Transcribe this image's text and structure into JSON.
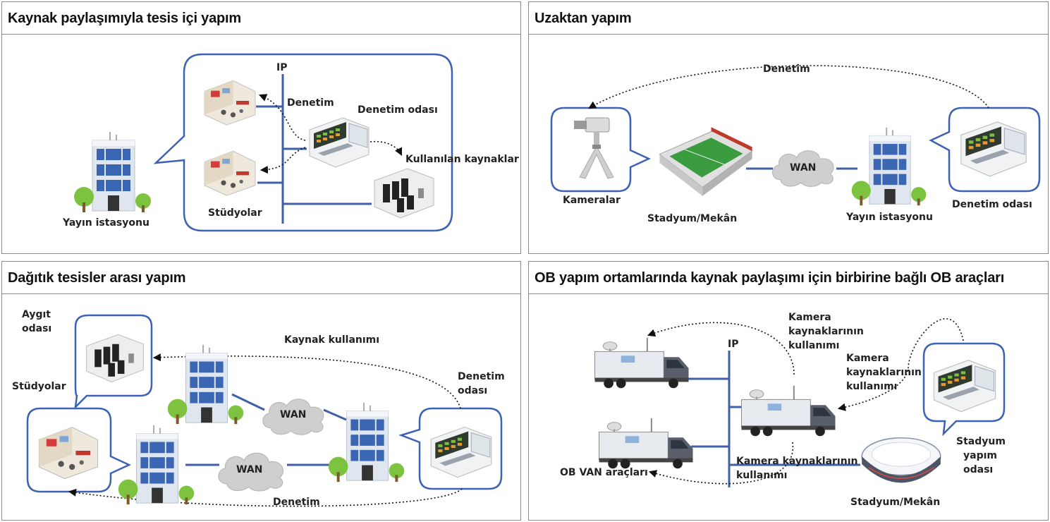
{
  "panels": {
    "p1": {
      "title": "Kaynak paylaşımıyla tesis içi yapım",
      "labels": {
        "broadcaster": "Yayın istasyonu",
        "ip": "IP",
        "control": "Denetim",
        "control_room": "Denetim odası",
        "used_resources": "Kullanılan kaynaklar",
        "studios": "Stüdyolar"
      }
    },
    "p2": {
      "title": "Uzaktan yapım",
      "labels": {
        "control": "Denetim",
        "cameras": "Kameralar",
        "stadium": "Stadyum/Mekân",
        "wan": "WAN",
        "broadcaster": "Yayın istasyonu",
        "control_room": "Denetim odası"
      }
    },
    "p3": {
      "title": "Dağıtık tesisler arası yapım",
      "labels": {
        "equipment_room_1": "Aygıt",
        "equipment_room_2": "odası",
        "resource_use": "Kaynak kullanımı",
        "studios": "Stüdyolar",
        "control_room_1": "Denetim",
        "control_room_2": "odası",
        "wan_top": "WAN",
        "wan_bottom": "WAN",
        "control": "Denetim"
      }
    },
    "p4": {
      "title": "OB yapım ortamlarında kaynak paylaşımı için birbirine bağlı OB araçları",
      "labels": {
        "ip": "IP",
        "cam_use_top_1": "Kamera",
        "cam_use_top_2": "kaynaklarının",
        "cam_use_top_3": "kullanımı",
        "cam_use_mid_1": "Kamera",
        "cam_use_mid_2": "kaynaklarının",
        "cam_use_mid_3": "kullanımı",
        "cam_use_bottom_1": "Kamera kaynaklarının",
        "cam_use_bottom_2": "kullanımı",
        "ob_vans": "OB VAN araçları",
        "stadium_room_1": "Stadyum",
        "stadium_room_2": "yapım",
        "stadium_room_3": "odası",
        "stadium": "Stadyum/Mekân"
      }
    }
  },
  "colors": {
    "line_blue": "#3f5fa8",
    "bubble_blue": "#3d62b5",
    "cloud_gray": "#c9c9c9",
    "border_gray": "#8c8c8c"
  },
  "icons": [
    "building-icon",
    "studio-icon",
    "control-room-icon",
    "server-room-icon",
    "camera-icon",
    "stadium-icon",
    "cloud-icon",
    "ob-truck-icon",
    "dome-stadium-icon"
  ]
}
